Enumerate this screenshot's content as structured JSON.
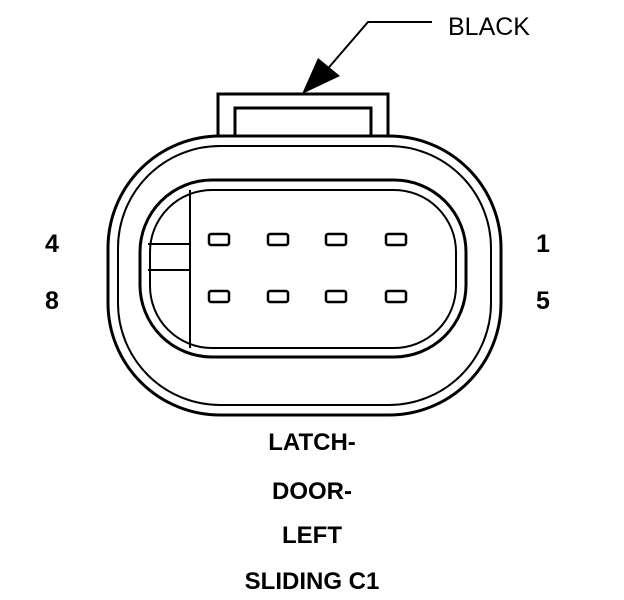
{
  "connector": {
    "color_callout": "BLACK",
    "pin_labels": {
      "top_left": "4",
      "bottom_left": "8",
      "top_right": "1",
      "bottom_right": "5"
    },
    "caption_lines": [
      "LATCH-",
      "DOOR-",
      "LEFT",
      "SLIDING C1"
    ]
  },
  "colors": {
    "line": "#000000",
    "background": "#ffffff"
  }
}
